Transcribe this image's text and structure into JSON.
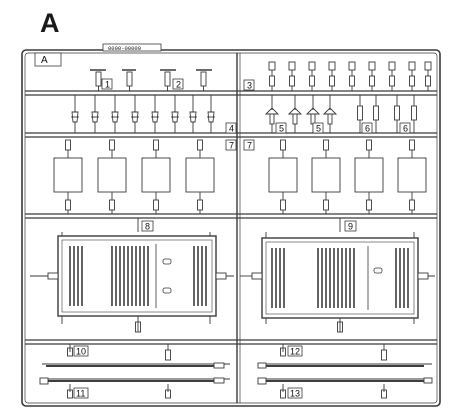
{
  "sheet": {
    "letter": "A",
    "code": "0000-00000"
  },
  "frame": {
    "corner_label": "A"
  },
  "part_numbers": {
    "p1": "1",
    "p2": "2",
    "p3": "3",
    "p4": "4",
    "p5a": "5",
    "p5b": "5",
    "p6a": "6",
    "p6b": "6",
    "p7a": "7",
    "p7b": "7",
    "p8": "8",
    "p9": "9",
    "p10": "10",
    "p11": "11",
    "p12": "12",
    "p13": "13"
  },
  "colors": {
    "line": "#3a3a3a",
    "fill": "#ffffff",
    "dark": "#222222"
  }
}
